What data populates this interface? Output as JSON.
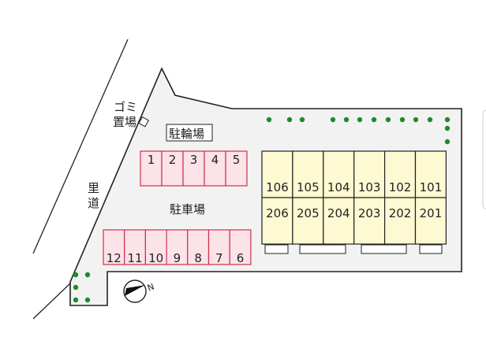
{
  "labels": {
    "garbage_line1": "ゴミ",
    "garbage_line2": "置場",
    "bicycle_parking": "駐輪場",
    "car_parking": "駐車場",
    "road_line1": "里",
    "road_line2": "道",
    "north_mark": "N"
  },
  "parking_top": [
    "1",
    "2",
    "3",
    "4",
    "5"
  ],
  "parking_bottom": [
    "12",
    "11",
    "10",
    "9",
    "8",
    "7",
    "6"
  ],
  "units_upper": [
    "106",
    "105",
    "104",
    "103",
    "102",
    "101"
  ],
  "units_lower": [
    "206",
    "205",
    "204",
    "203",
    "202",
    "201"
  ],
  "colors": {
    "site": "#f2f2f3",
    "parking_fill": "#fbe3e8",
    "parking_stroke": "#d0304a",
    "unit_fill": "#fdf9d2",
    "tree": "#1f8a2a"
  }
}
